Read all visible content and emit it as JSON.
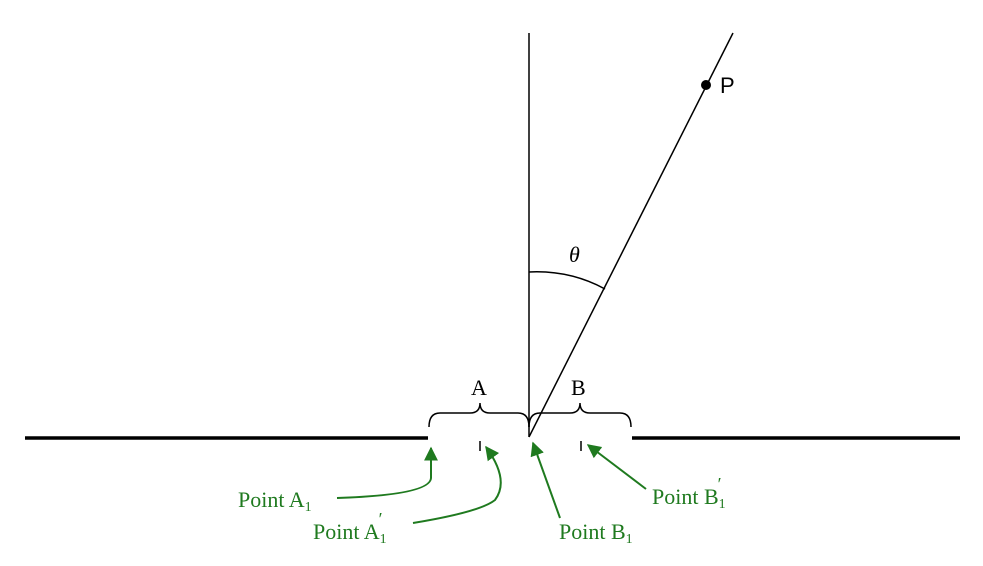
{
  "diagram": {
    "point_label": "P",
    "angle_label": "θ",
    "region_a": "A",
    "region_b": "B",
    "labels": {
      "a1": {
        "text": "Point A",
        "sub": "1",
        "prime": ""
      },
      "a1p": {
        "text": "Point A",
        "sub": "1",
        "prime": "′"
      },
      "b1": {
        "text": "Point B",
        "sub": "1",
        "prime": ""
      },
      "b1p": {
        "text": "Point B",
        "sub": "1",
        "prime": "′"
      }
    },
    "colors": {
      "annotation": "#1f7a1f",
      "line": "#000000"
    }
  }
}
